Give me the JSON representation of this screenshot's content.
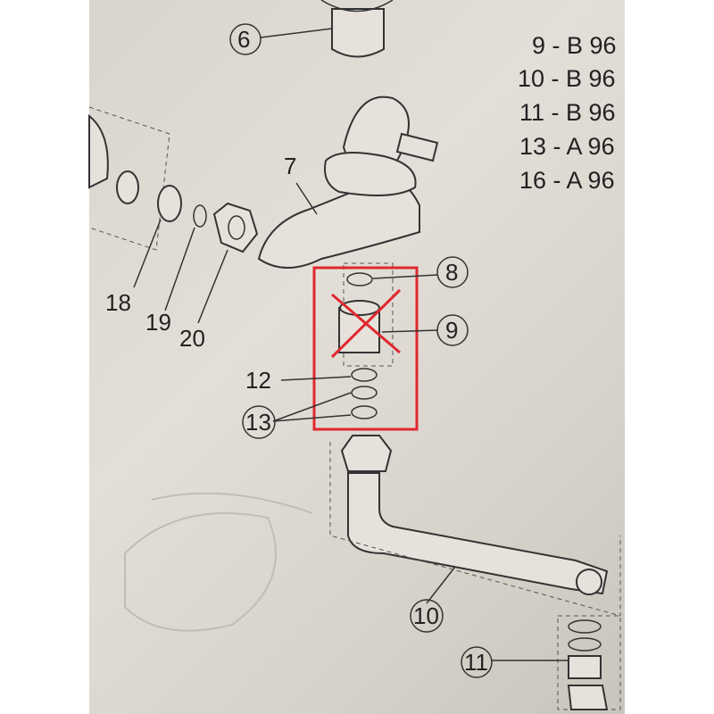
{
  "parts_list": [
    "9 - B 96",
    "10 - B 96",
    "11 - B 96",
    "13 - A 96",
    "16 - A 96"
  ],
  "callouts": {
    "c6": "6",
    "c7": "7",
    "c8": "8",
    "c9": "9",
    "c10": "10",
    "c11": "11",
    "c12": "12",
    "c13": "13",
    "c18": "18",
    "c19": "19",
    "c20": "20"
  },
  "highlight_color": "#e0282e"
}
